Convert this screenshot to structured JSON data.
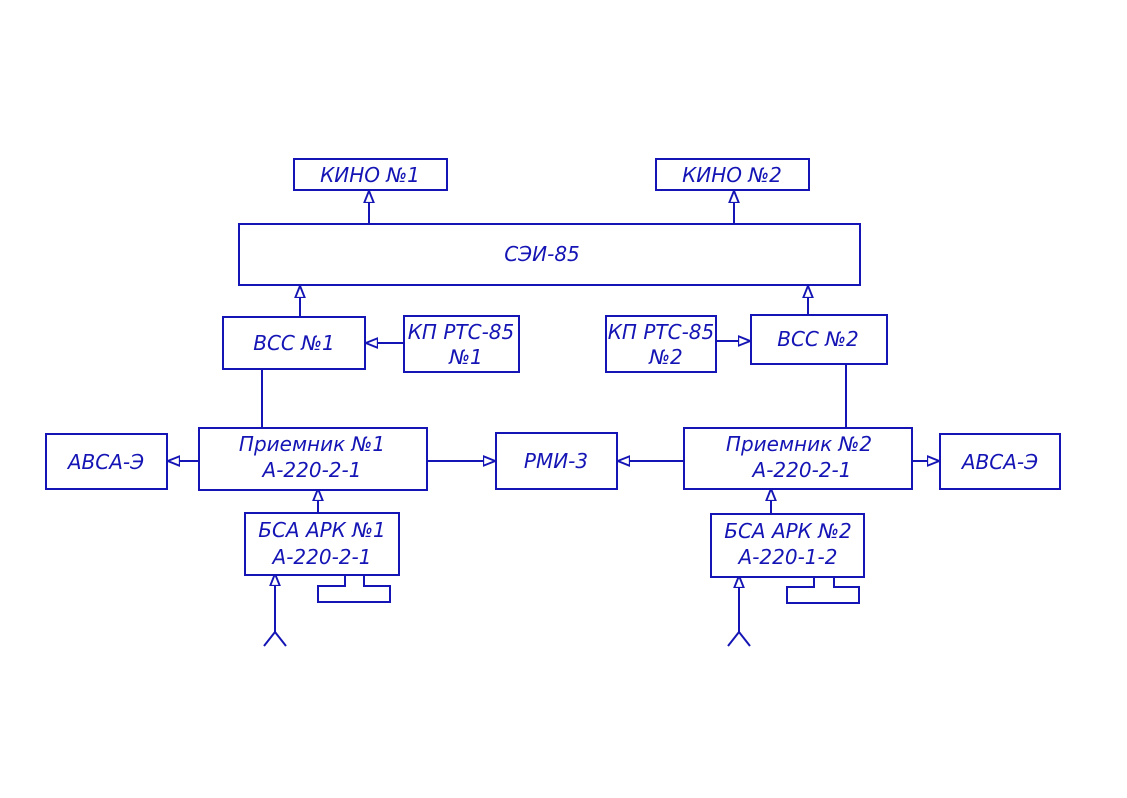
{
  "diagram": {
    "line_color": "#1515b5",
    "blocks": {
      "kino1": {
        "lines": [
          "КИНО №1"
        ]
      },
      "kino2": {
        "lines": [
          "КИНО №2"
        ]
      },
      "sei85": {
        "lines": [
          "СЭИ-85"
        ]
      },
      "vss1": {
        "lines": [
          "ВСС №1"
        ]
      },
      "vss2": {
        "lines": [
          "ВСС №2"
        ]
      },
      "kp1": {
        "lines": [
          "КП РТС-85",
          "№1"
        ]
      },
      "kp2": {
        "lines": [
          "КП РТС-85",
          "№2"
        ]
      },
      "rx1": {
        "lines": [
          "Приемник №1",
          "А-220-2-1"
        ]
      },
      "rx2": {
        "lines": [
          "Приемник №2",
          "А-220-2-1"
        ]
      },
      "avsa1": {
        "lines": [
          "АВСА-Э"
        ]
      },
      "avsa2": {
        "lines": [
          "АВСА-Э"
        ]
      },
      "rmi": {
        "lines": [
          "РМИ-3"
        ]
      },
      "bsa1": {
        "lines": [
          "БСА АРК №1",
          "А-220-2-1"
        ]
      },
      "bsa2": {
        "lines": [
          "БСА АРК №2",
          "А-220-1-2"
        ]
      }
    }
  }
}
